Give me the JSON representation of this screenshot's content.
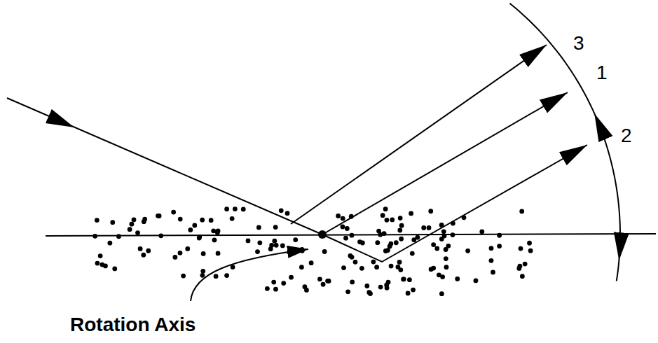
{
  "diagram": {
    "labels": [
      "3",
      "1",
      "2",
      "Rotation Axis"
    ]
  }
}
